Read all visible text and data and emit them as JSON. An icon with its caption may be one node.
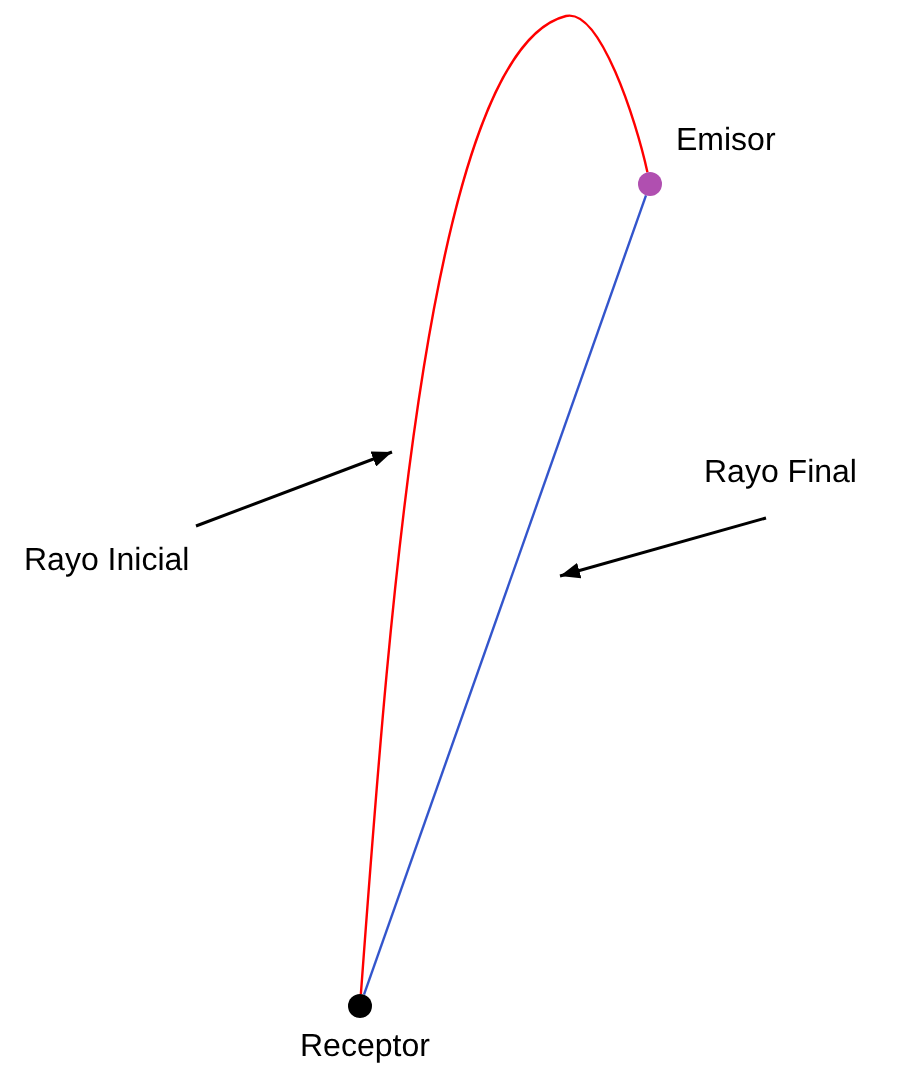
{
  "diagram": {
    "nodes": [
      {
        "text": [],
        "shape": "circle",
        "beside": [
          "Emisor"
        ]
      },
      {
        "text": [],
        "shape": "circle",
        "beside": [
          "Receptor"
        ]
      },
      {
        "text": [
          "Rayo Inicial"
        ]
      },
      {
        "text": [
          "Rayo Final"
        ]
      }
    ],
    "edges": [
      {
        "from": 0,
        "to": 1,
        "arrow": "none",
        "color": "#ff0000"
      },
      {
        "from": 0,
        "to": 1,
        "arrow": "none",
        "color": "#3355cc"
      },
      {
        "from": 2,
        "to": null,
        "arrow": "to"
      },
      {
        "from": 3,
        "to": null,
        "arrow": "to"
      }
    ]
  }
}
